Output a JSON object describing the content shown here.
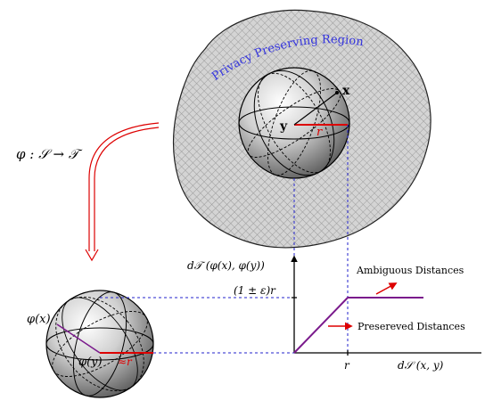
{
  "region_label": "Privacy Preserving Region",
  "map_label": "φ : 𝒮 → 𝒯",
  "top_sphere": {
    "point_x": "x",
    "point_y": "y",
    "radius": "r"
  },
  "bottom_sphere": {
    "point_phi_x": "φ(x)",
    "point_phi_y": "φ(y)",
    "radius": "≈r"
  },
  "plot": {
    "ylabel": "d𝒯 (φ(x), φ(y))",
    "xlabel": "d𝒮 (x, y)",
    "ytick": "(1 ± ε)r",
    "xtick": "r",
    "legend_ambiguous": "Ambiguous Distances",
    "legend_preserved": "Presereved Distances"
  },
  "colors": {
    "region_label": "#3333dd",
    "radius": "#dd0000",
    "curve": "#7a1a8c",
    "guide": "#2222cc"
  }
}
